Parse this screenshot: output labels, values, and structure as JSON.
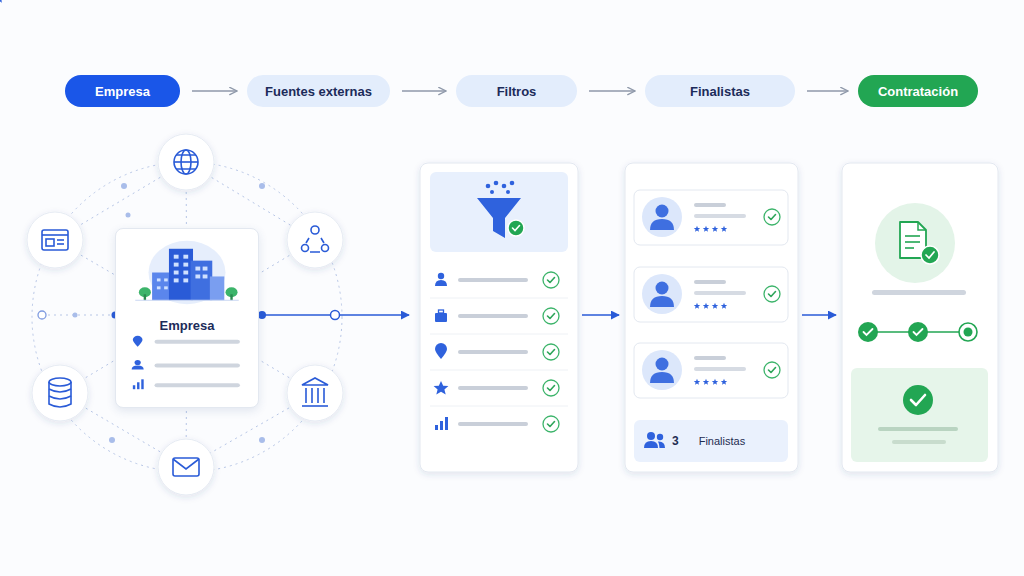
{
  "diagram": {
    "nodes": [
      {
        "text": [
          "Empresa"
        ]
      },
      {
        "text": [
          "Fuentes externas"
        ]
      },
      {
        "text": [
          "Filtros"
        ]
      },
      {
        "text": [
          "Finalistas"
        ]
      },
      {
        "text": [
          "Contratación"
        ]
      },
      {
        "text": [
          "Empresa"
        ]
      },
      {
        "text": [
          "3",
          "Finalistas"
        ]
      }
    ],
    "edges": [
      {
        "from": 0,
        "to": 1,
        "arrow": "to"
      },
      {
        "from": 1,
        "to": 2,
        "arrow": "to"
      },
      {
        "from": 2,
        "to": 3,
        "arrow": "to"
      },
      {
        "from": 3,
        "to": 4,
        "arrow": "to"
      }
    ]
  }
}
